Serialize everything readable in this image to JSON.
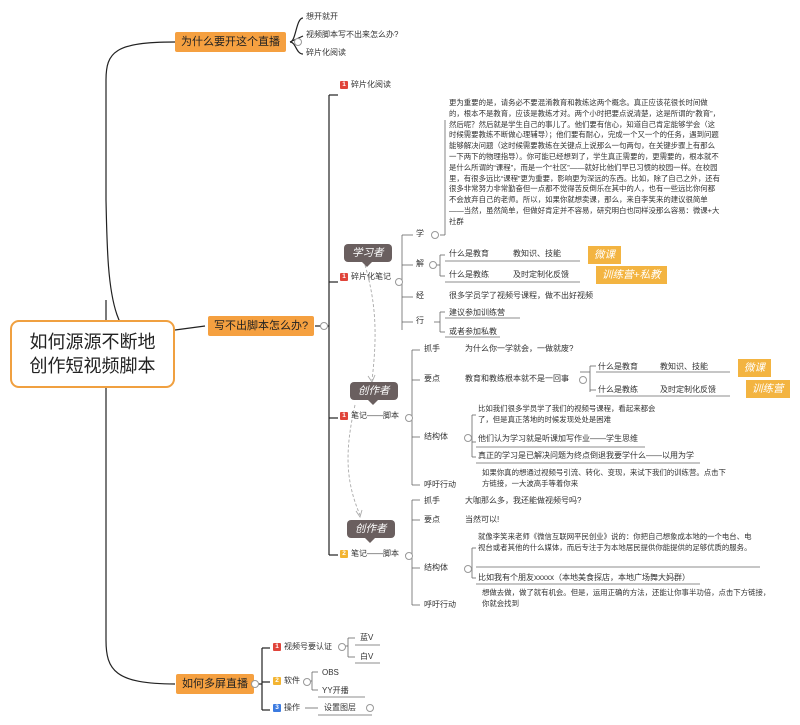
{
  "root": {
    "line1": "如何源源不断地",
    "line2": "创作短视频脚本"
  },
  "branch1": {
    "title": "为什么要开这个直播",
    "items": [
      "想开就开",
      "视频脚本写不出来怎么办?",
      "碎片化阅读"
    ]
  },
  "branch2": {
    "title": "写不出脚本怎么办?",
    "sub1": {
      "num": "1",
      "label": "碎片化阅读"
    },
    "sub2": {
      "num": "1",
      "label": "碎片化笔记",
      "badge": "学习者",
      "xue": {
        "key": "学",
        "paragraph": "更为重要的是，请务必不要混淆教育和教练这两个概念。真正应该花很长时间做的，根本不是教育，应该是教练才对。两个小时把要点说清楚，这是所谓的“教育”，然后呢？然后就是学生自己的事儿了。他们要有信心，知道自己肯定能够学会（这时候需要教练不断做心理辅导）；他们要有耐心，完成一个又一个的任务，遇到问题能够解决问题（这时候需要教练在关键点上说那么一句两句，在关键步骤上有那么一下两下的物理指导）。你可能已经想到了，学生真正需要的，更需要的，根本就不是什么所谓的“课程”，而是一个“社区”——就好比他们早已习惯的校园一样。在校园里，有很多远比“课程”更为重要，影响更为深远的东西。比如，除了自己之外，还有很多非常努力非常勤奋但一点都不觉得苦反倒乐在其中的人，也有一些远比你何都不会放弃自己的老师。所以，如果你就想卖课，那么，来自李笑来的建议很简单——当然，虽然简单，但做好肯定并不容易，研究明白也同样没那么容易：微课+大社群"
      },
      "jie": {
        "key": "解",
        "rows": [
          {
            "label": "什么是教育",
            "value": "教知识、技能",
            "tag": "微课"
          },
          {
            "label": "什么是教练",
            "value": "及时定制化反馈",
            "tag": "训练营+私教"
          }
        ]
      },
      "jing": {
        "key": "经",
        "text": "很多学员学了视频号课程，做不出好视频"
      },
      "xing": {
        "key": "行",
        "items": [
          "建议参加训练营",
          "或者参加私教"
        ]
      }
    },
    "sub3": {
      "num": "1",
      "label": "笔记——脚本",
      "badge": "创作者",
      "zhuashou": {
        "key": "抓手",
        "text": "为什么你一学就会，一做就废?"
      },
      "yaodian": {
        "key": "要点",
        "text": "教育和教练根本就不是一回事",
        "rows": [
          {
            "label": "什么是教育",
            "value": "教知识、技能",
            "tag": "微课"
          },
          {
            "label": "什么是教练",
            "value": "及时定制化反馈",
            "tag": "训练营"
          }
        ]
      },
      "jiegouti": {
        "key": "结构体",
        "items": [
          "比如我们很多学员学了我们的视频号课程，看起来都会了，但是真正落地的时候发现处处是困难",
          "他们认为学习就是听课加写作业——学生思维",
          "真正的学习是已解决问题为终点倒退我要学什么——以用为学"
        ]
      },
      "huhu": {
        "key": "呼吁行动",
        "text": "如果你真的想通过视频号引流、转化、变现，来试下我们的训练营。点击下方链接，一大波高手等着你来"
      }
    },
    "sub4": {
      "num": "2",
      "label": "笔记——脚本",
      "badge": "创作者",
      "zhuashou": {
        "key": "抓手",
        "text": "大咖那么多，我还能做视频号吗?"
      },
      "yaodian": {
        "key": "要点",
        "text": "当然可以!"
      },
      "jiegouti": {
        "key": "结构体",
        "items": [
          "就像李笑来老师《微信互联网平民创业》说的：你把自己想象成本地的一个电台、电视台或者其他的什么媒体，而后专注于为本地居民提供你能提供的足够优质的服务。",
          "比如我有个朋友xxxxx（本地美食探店，本地广场舞大妈群）"
        ]
      },
      "huhu": {
        "key": "呼吁行动",
        "text": "想做去做，做了就有机会。但是，运用正确的方法，还能让你事半功倍，点击下方链接，你就会找到"
      }
    }
  },
  "branch3": {
    "title": "如何多屏直播",
    "items": [
      {
        "num": "1",
        "label": "视频号要认证",
        "children": [
          "蓝V",
          "白V"
        ]
      },
      {
        "num": "2",
        "label": "软件",
        "children": [
          "OBS",
          "YY开播"
        ]
      },
      {
        "num": "3",
        "label": "操作",
        "children": [
          "设置图层"
        ]
      }
    ]
  },
  "colors": {
    "accent": "#f5a040",
    "badge": "#6a5f5f",
    "tag": "#f3b441",
    "line": "#222222"
  }
}
